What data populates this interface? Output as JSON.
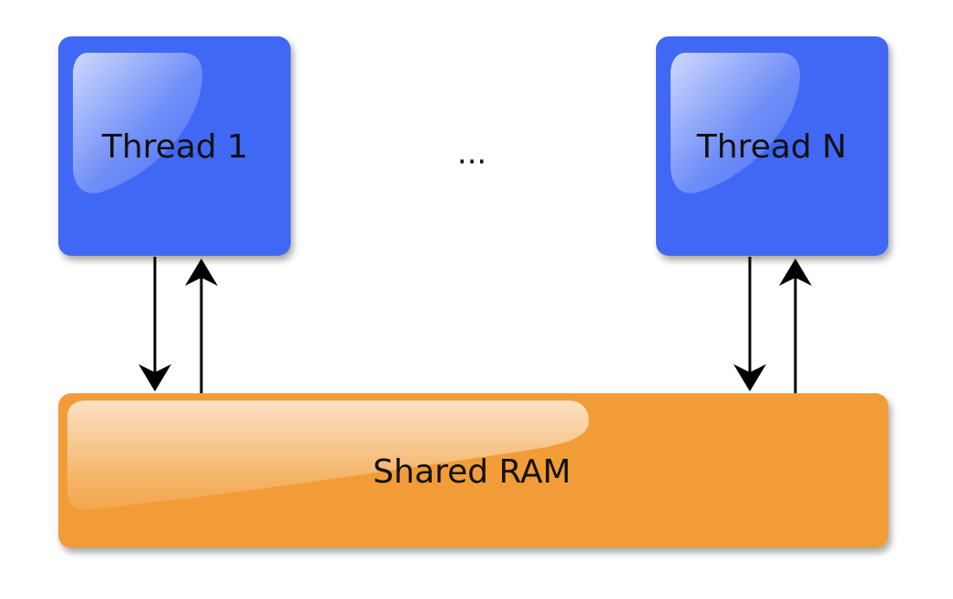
{
  "diagram": {
    "nodes": {
      "thread_1": {
        "label": "Thread 1"
      },
      "ellipsis": {
        "label": "..."
      },
      "thread_n": {
        "label": "Thread N"
      },
      "shared_ram": {
        "label": "Shared RAM"
      }
    },
    "edges": [
      {
        "from": "thread_1",
        "to": "shared_ram"
      },
      {
        "from": "shared_ram",
        "to": "thread_1"
      },
      {
        "from": "thread_n",
        "to": "shared_ram"
      },
      {
        "from": "shared_ram",
        "to": "thread_n"
      }
    ],
    "colors": {
      "thread_fill": "#3f68f5",
      "ram_fill": "#f29c38",
      "arrow": "#000000",
      "text": "#111111"
    }
  }
}
